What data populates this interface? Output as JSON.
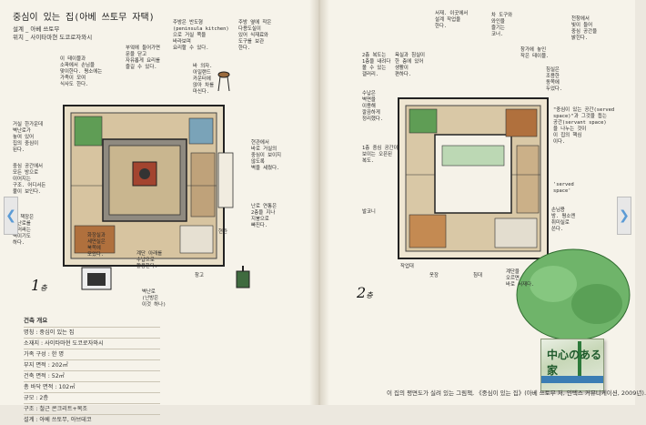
{
  "left_page": {
    "title": "중심이 있는 집(아베 쓰토무 자택)",
    "meta": [
      "설계 _ 아베 쓰토무",
      "위치 _ 사이타마현 도코로자와시"
    ],
    "notes": [
      "이 테이블과\n소파에서 손님을\n맞이한다. 평소에는\n가족이 모여\n식사도 한다.",
      "부엌에 들어가면\n문을 닫고\n자유롭게 요리를\n즐길 수 있다.",
      "주방은 반도형\n(peninsula kitchen)\n으로 거실 쪽을\n바라보며\n요리할 수 있다.",
      "주방 옆에 작은\n다용도실이\n있어 식재료와\n도구를 보관\n한다.",
      "바 의자.\n아일랜드\n카운터에\n앉아 차를\n마신다.",
      "거실 한가운데\n벽난로가\n놓여 있어\n집의 중심이\n된다.",
      "중심 공간에서\n모든 방으로\n이어지는\n구조. 어디서든\n불이 보인다.",
      "이 책장은\n벽난로를\n둘러싸는\n벽이기도\n하다.",
      "현관에서\n바로 거실의\n중심이 보이지\n않도록\n벽을 세웠다.",
      "난로 연통은\n2층을 지나\n지붕으로\n빠진다.",
      "계단 아래를\n수납으로\n활용한다.",
      "창고",
      "현관",
      "화장실과\n세면실은\n북쪽에\n모았다.",
      "벽난로\n(난방은\n이것 하나)"
    ],
    "floor_label": "1",
    "floor_suffix": "층",
    "spec": {
      "title": "건축 개요",
      "rows": [
        "명칭 : 중심이 있는 집",
        "소재지 : 사이타마현 도코로자와시",
        "가족 구성 : 한 명",
        "부지 면적 : 202㎡",
        "건축 면적 : 52㎡",
        "총 바닥 면적 : 102㎡",
        "규모 : 2층",
        "구조 : 철근 콘크리트+목조",
        "설계 : 아베 쓰토무, 아브데코"
      ]
    }
  },
  "right_page": {
    "notes": [
      "2층 복도는\n1층을 내려다\n볼 수 있는\n갤러리.",
      "욕실과 침실이\n한 층에 있어\n생활이\n편하다.",
      "서재. 이곳에서\n설계 작업을\n한다.",
      "차 도구와\n와인을\n즐기는\n코너.",
      "창가에 놓인\n작은 테이블.",
      "천창에서\n빛이 들어\n중심 공간을\n밝힌다.",
      "침실은\n조용한\n동쪽에\n두었다.",
      "\"중심이 있는 공간(served\nspace)\"과 그것을 돕는\n공간(servant space)\n을 나누는 것이\n이 집의 핵심\n이다.",
      "'served\nspace'",
      "수납은\n벽면을\n이용해\n깔끔하게\n정리했다.",
      "1층 중심 공간이\n보이는 오픈된\n복도.",
      "발코니",
      "침대",
      "옷장",
      "작업대",
      "손님용\n방. 평소엔\n취미실로\n쓴다.",
      "계단을\n오르면\n바로 서재다."
    ],
    "floor_label": "2",
    "floor_suffix": "층",
    "caption": "이 집의 평면도가 실려 있는 그림책, 《중심이 있는 집》(아베 쓰토무 저, 인텍스 커뮤니케이션, 2009년).",
    "book_title": "中心のある家"
  },
  "nav": {
    "prev_icon": "chevron-left-icon",
    "next_icon": "chevron-right-icon"
  },
  "colors": {
    "paper": "#f6f3ea",
    "ink": "#2a2a2a",
    "wood": "#b0703d",
    "green": "#5f9d55",
    "brick": "#a3442f",
    "nav_accent": "#5b9bd5"
  }
}
